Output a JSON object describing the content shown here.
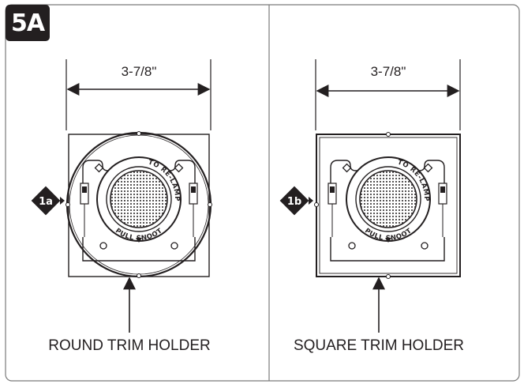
{
  "figure": {
    "step_label": "5A",
    "dimension_label": "3-7/8\"",
    "left_panel": {
      "callout": "1a",
      "caption": "ROUND TRIM HOLDER",
      "ring_text_top": "TO RE-LAMP",
      "ring_text_bottom": "PULL SNOOT"
    },
    "right_panel": {
      "callout": "1b",
      "caption": "SQUARE TRIM HOLDER",
      "ring_text_top": "TO RE-LAMP",
      "ring_text_bottom": "PULL SNOOT"
    },
    "colors": {
      "ink": "#231f20",
      "border": "#7a7a7a",
      "background": "#ffffff"
    }
  }
}
